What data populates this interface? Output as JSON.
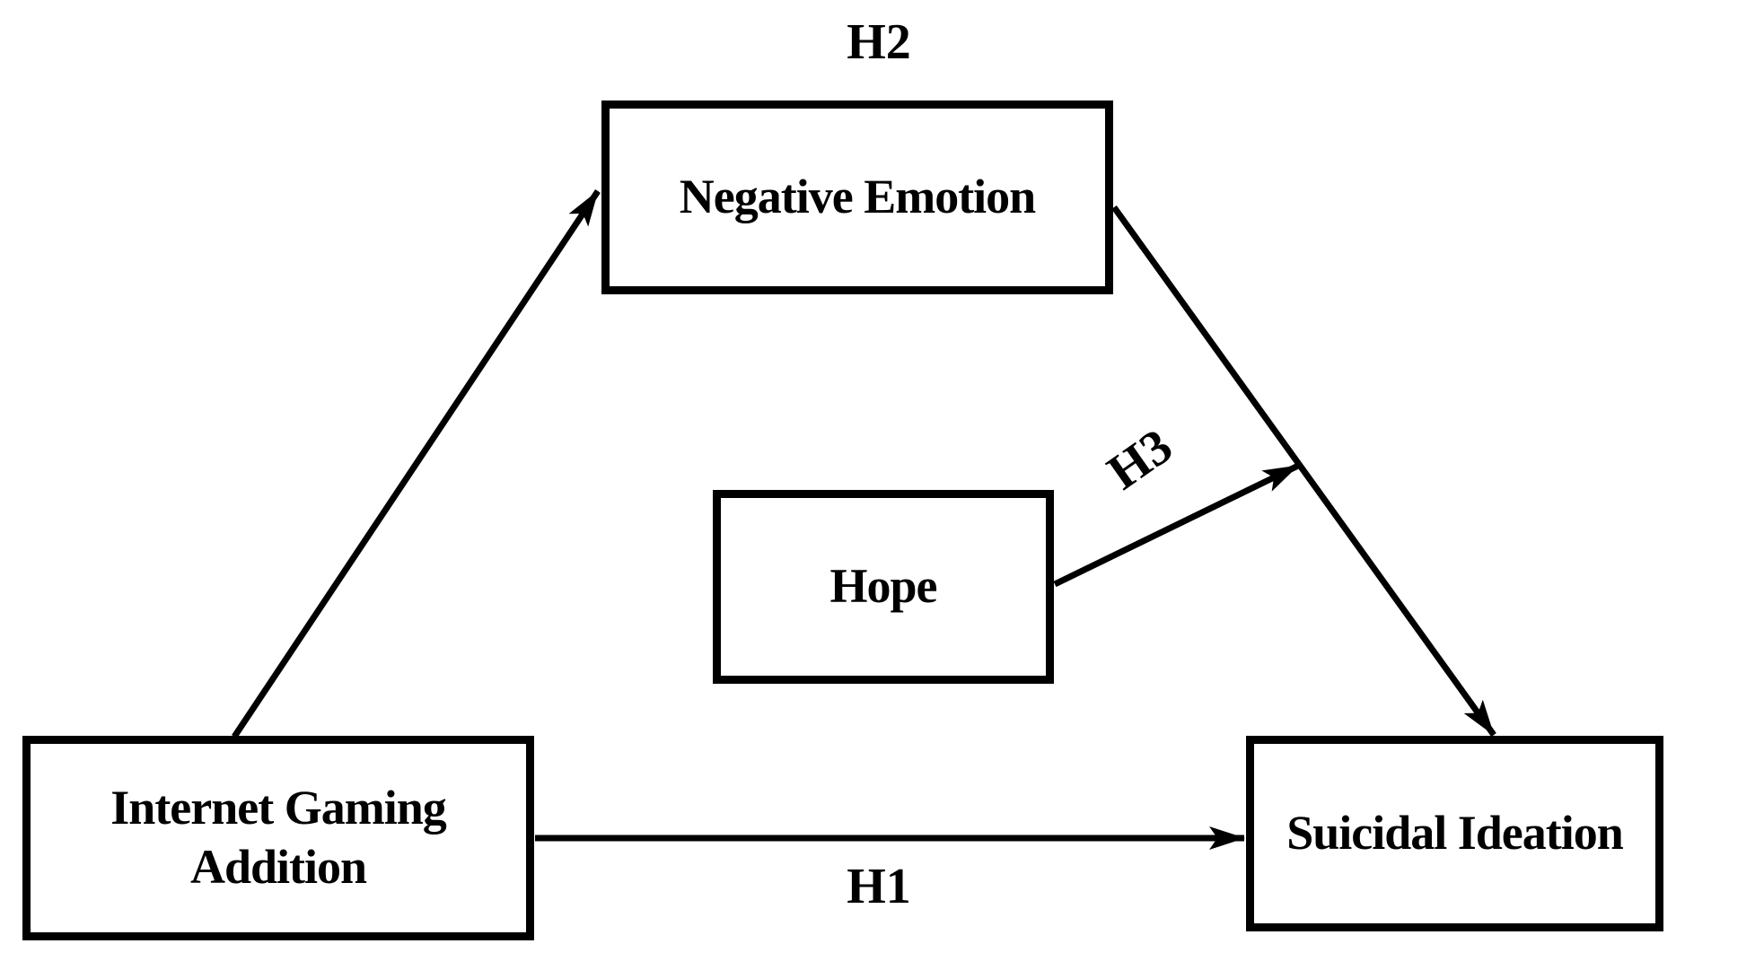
{
  "colors": {
    "background": "#ffffff",
    "ink": "#000000",
    "box_fill": "#ffffff"
  },
  "boxes": {
    "internet_gaming_addition": {
      "line1": "Internet Gaming",
      "line2": "Addition"
    },
    "negative_emotion": {
      "label": "Negative Emotion"
    },
    "hope": {
      "label": "Hope"
    },
    "suicidal_ideation": {
      "label": "Suicidal Ideation"
    }
  },
  "hypothesis_labels": {
    "h1": "H1",
    "h2": "H2",
    "h3": "H3"
  },
  "arrows": [
    {
      "id": "h2",
      "from": "internet_gaming_addition",
      "to": "negative_emotion"
    },
    {
      "id": "h1",
      "from": "internet_gaming_addition",
      "to": "suicidal_ideation"
    },
    {
      "id": "mediator_to_outcome",
      "from": "negative_emotion",
      "to": "suicidal_ideation"
    },
    {
      "id": "h3",
      "from": "hope",
      "to": "path_negative_emotion_to_suicidal_ideation"
    }
  ]
}
